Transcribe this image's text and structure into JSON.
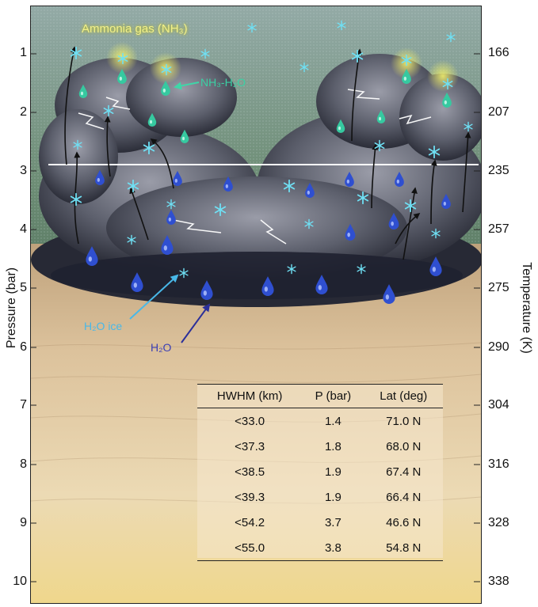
{
  "axes": {
    "left_title": "Pressure (bar)",
    "right_title": "Temperature (K)",
    "pressure_ticks": [
      "1",
      "2",
      "3",
      "4",
      "5",
      "6",
      "7",
      "8",
      "9",
      "10"
    ],
    "temperature_ticks": [
      "166",
      "207",
      "235",
      "257",
      "275",
      "290",
      "304",
      "316",
      "328",
      "338"
    ]
  },
  "labels": {
    "ammonia": "Ammonia gas (NH₃)",
    "nh3_h2o": "NH₃-H₂O",
    "h2o_ice": "H₂O ice",
    "h2o": "H₂O"
  },
  "table": {
    "headers": [
      "HWHM (km)",
      "P (bar)",
      "Lat (deg)"
    ],
    "rows": [
      [
        "<33.0",
        "1.4",
        "71.0 N"
      ],
      [
        "<37.3",
        "1.8",
        "68.0 N"
      ],
      [
        "<38.5",
        "1.9",
        "67.4 N"
      ],
      [
        "<39.3",
        "1.9",
        "66.4 N"
      ],
      [
        "<54.2",
        "3.7",
        "46.6 N"
      ],
      [
        "<55.0",
        "3.8",
        "54.8 N"
      ]
    ]
  },
  "colors": {
    "sky_top": "#8fa7a0",
    "sky_bottom": "#6f8f7a",
    "cloud_dark": "#2a2c3a",
    "deep_atmosphere": "#e8d6b4",
    "ice": "#5fd8ee",
    "ammonia_drop": "#3fd6a8",
    "water_drop": "#2f4fd0"
  }
}
